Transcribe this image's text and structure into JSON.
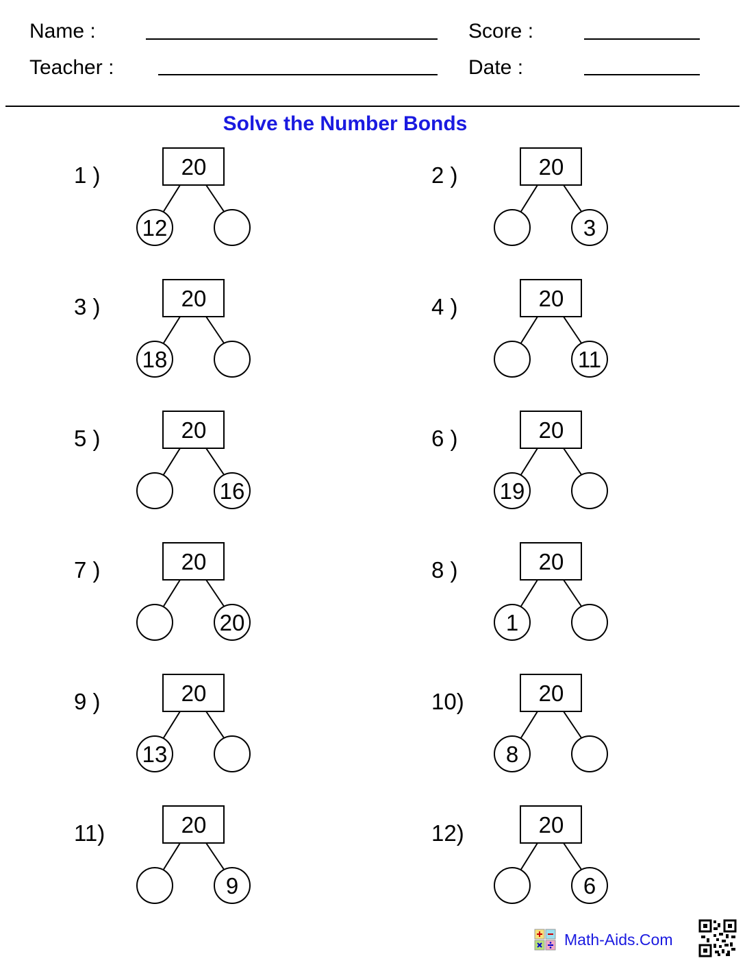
{
  "header": {
    "name_label": "Name :",
    "teacher_label": "Teacher :",
    "score_label": "Score :",
    "date_label": "Date :"
  },
  "title": "Solve the Number Bonds",
  "colors": {
    "title": "#1a1ae0",
    "brand_text": "#1a1ae0"
  },
  "problems": [
    {
      "label": "1 )",
      "whole": "20",
      "left": "12",
      "right": ""
    },
    {
      "label": "2 )",
      "whole": "20",
      "left": "",
      "right": "3"
    },
    {
      "label": "3 )",
      "whole": "20",
      "left": "18",
      "right": ""
    },
    {
      "label": "4 )",
      "whole": "20",
      "left": "",
      "right": "11"
    },
    {
      "label": "5 )",
      "whole": "20",
      "left": "",
      "right": "16"
    },
    {
      "label": "6 )",
      "whole": "20",
      "left": "19",
      "right": ""
    },
    {
      "label": "7 )",
      "whole": "20",
      "left": "",
      "right": "20"
    },
    {
      "label": "8 )",
      "whole": "20",
      "left": "1",
      "right": ""
    },
    {
      "label": "9 )",
      "whole": "20",
      "left": "13",
      "right": ""
    },
    {
      "label": "10)",
      "whole": "20",
      "left": "8",
      "right": ""
    },
    {
      "label": "11)",
      "whole": "20",
      "left": "",
      "right": "9"
    },
    {
      "label": "12)",
      "whole": "20",
      "left": "",
      "right": "6"
    }
  ],
  "footer": {
    "brand": "Math-Aids.Com",
    "logo_icon": "math-operations-icon",
    "qr_icon": "qr-code-icon"
  }
}
